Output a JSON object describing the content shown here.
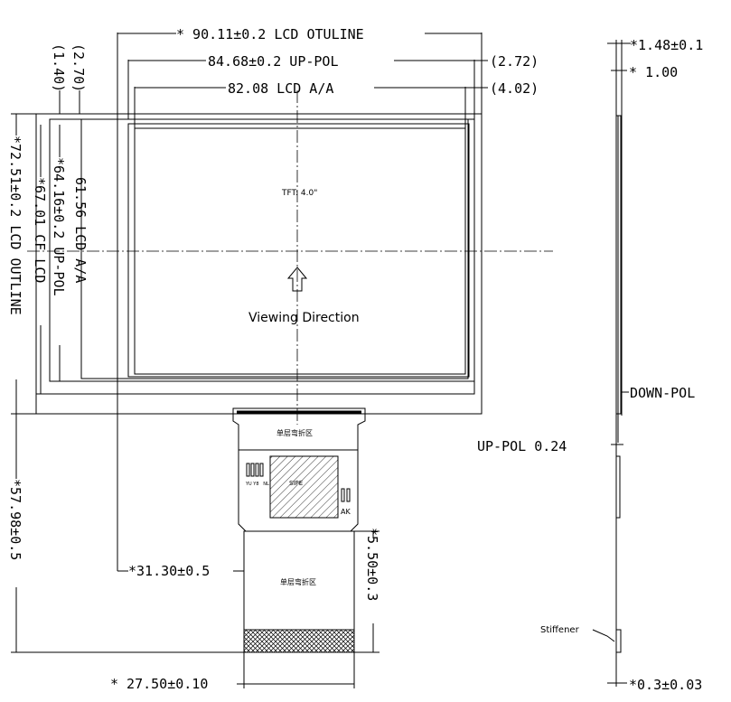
{
  "dimensions": {
    "lcd_outline_width": "* 90.11±0.2 LCD OTULINE",
    "up_pol_width": "84.68±0.2 UP-POL",
    "active_area_width": "82.08 LCD A/A",
    "right_offset_1": "(2.72)",
    "right_offset_2": "(4.02)",
    "left_offset_1": "(2.70)",
    "left_offset_2": "(1.40)",
    "active_area_height": "61.56 LCD A/A",
    "up_pol_height": "*64.16±0.2 UP-POL",
    "cf_height": "*67.01 CF LCD",
    "lcd_outline_height": "*72.51±0.2 LCD OUTLINE",
    "total_height": "*57.98±0.5",
    "fpc_offset": "*31.30±0.5",
    "fpc_width": "* 27.50±0.10",
    "fpc_length": "*5.50±0.3"
  },
  "side_view": {
    "total_thickness": "*1.48±0.1",
    "glass_thickness": "* 1.00",
    "down_pol": "DOWN-POL",
    "up_pol": "UP-POL 0.24",
    "stiffener": "Stiffener",
    "stiffener_thickness": "*0.3±0.03"
  },
  "panel": {
    "tft_label": "TFT: 4.0\"",
    "viewing_direction": "Viewing Direction",
    "fpc_label_1": "单层弯折区",
    "fpc_label_2": "单层弯折区",
    "chip_label": "SIPE",
    "chip_code": "YU Y8   NL",
    "ak_label": "AK"
  }
}
